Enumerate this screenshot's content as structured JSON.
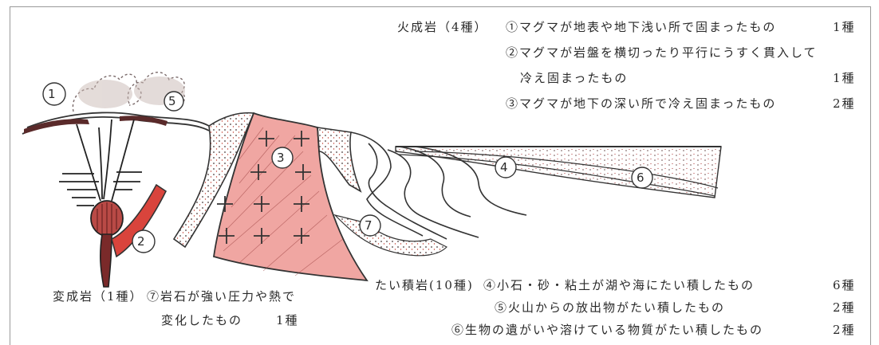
{
  "igneous": {
    "heading": "火成岩（4種）",
    "item1": "①マグマが地表や地下浅い所で固まったもの",
    "item1_count": "1種",
    "item2_line1": "②マグマが岩盤を横切ったり平行にうすく貫入して",
    "item2_line2": "冷え固まったもの",
    "item2_count": "1種",
    "item3": "③マグマが地下の深い所で冷え固まったもの",
    "item3_count": "2種"
  },
  "metamorphic": {
    "heading": "変成岩（1種）",
    "item7_line1": "⑦岩石が強い圧力や熱で",
    "item7_line2": "変化したもの",
    "item7_count": "1種"
  },
  "sedimentary": {
    "heading": "たい積岩(10種)",
    "item4": "④小石・砂・粘土が湖や海にたい積したもの",
    "item4_count": "6種",
    "item5": "⑤火山からの放出物がたい積したもの",
    "item5_count": "2種",
    "item6": "⑥生物の遺がいや溶けている物質がたい積したもの",
    "item6_count": "2種"
  },
  "markers": [
    "①",
    "②",
    "③",
    "④",
    "⑤",
    "⑥",
    "⑦"
  ],
  "colors": {
    "magma_red": "#d9443c",
    "granite_pink": "#f0a6a2",
    "pencil": "#333333",
    "frame": "#9a9a9a"
  }
}
